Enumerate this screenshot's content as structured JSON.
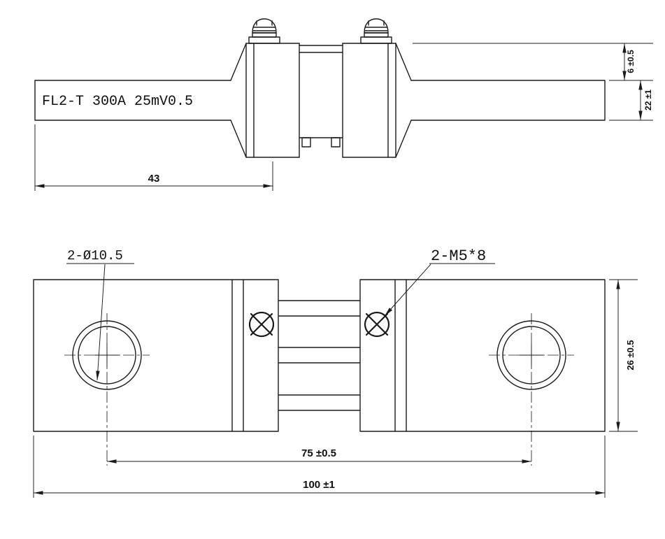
{
  "drawing": {
    "part_label": "FL2-T 300A 25mV0.5",
    "callouts": {
      "holes": "2-Ø10.5",
      "screws": "2-M5*8"
    },
    "dimensions": {
      "bar_length": "43",
      "step_height": "6 ±0.5",
      "bar_height": "22 ±1",
      "body_width": "26 ±0.5",
      "hole_spacing": "75 ±0.5",
      "overall_length": "100 ±1"
    },
    "colors": {
      "line": "#1b1b1b",
      "background": "#ffffff"
    }
  }
}
